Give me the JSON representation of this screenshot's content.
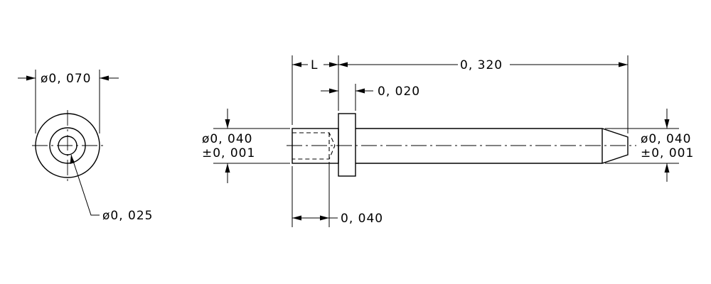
{
  "drawing": {
    "end_view": {
      "outer_diameter": "ø0, 070",
      "bore_diameter": "ø0, 025"
    },
    "side_view": {
      "length_label": "L",
      "overall_length": "0, 320",
      "flange_thickness": "0, 020",
      "bore_depth": "0, 040",
      "left_diameter": "ø0, 040",
      "left_tolerance": "±0, 001",
      "right_diameter": "ø0, 040",
      "right_tolerance": "±0, 001"
    }
  }
}
